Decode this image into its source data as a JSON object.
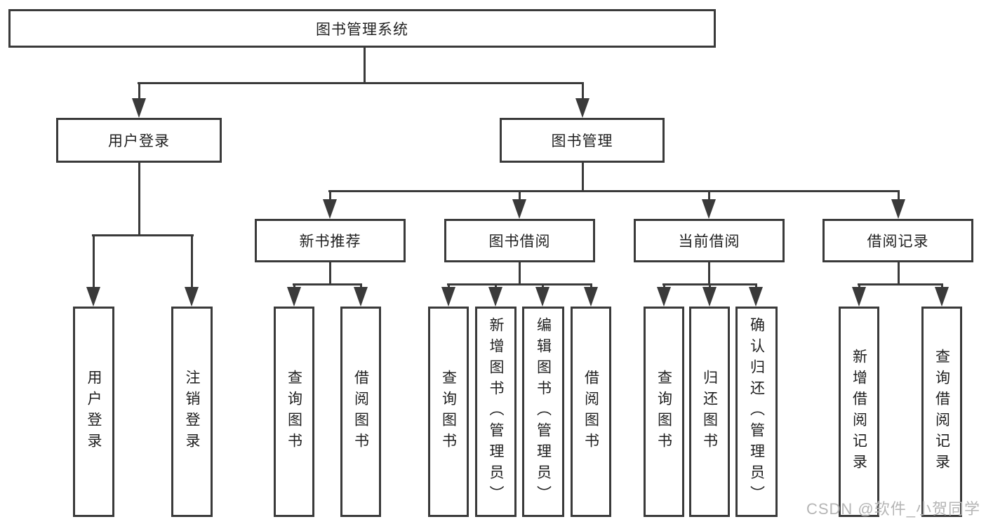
{
  "tree": {
    "root": "图书管理系统",
    "branches": [
      {
        "label": "用户登录",
        "children": [
          {
            "label": "用户登录"
          },
          {
            "label": "注销登录"
          }
        ]
      },
      {
        "label": "图书管理",
        "children": [
          {
            "label": "新书推荐",
            "children": [
              {
                "label": "查询图书"
              },
              {
                "label": "借阅图书"
              }
            ]
          },
          {
            "label": "图书借阅",
            "children": [
              {
                "label": "查询图书"
              },
              {
                "label": "新增图书（管理员）"
              },
              {
                "label": "编辑图书（管理员）"
              },
              {
                "label": "借阅图书"
              }
            ]
          },
          {
            "label": "当前借阅",
            "children": [
              {
                "label": "查询图书"
              },
              {
                "label": "归还图书"
              },
              {
                "label": "确认归还（管理员）"
              }
            ]
          },
          {
            "label": "借阅记录",
            "children": [
              {
                "label": "新增借阅记录"
              },
              {
                "label": "查询借阅记录"
              }
            ]
          }
        ]
      }
    ]
  },
  "watermark": "CSDN @软件_小贺同学",
  "colors": {
    "line": "#3a3a3a",
    "text": "#1f1f1f",
    "watermark": "#b5b5b5",
    "background": "#ffffff"
  }
}
